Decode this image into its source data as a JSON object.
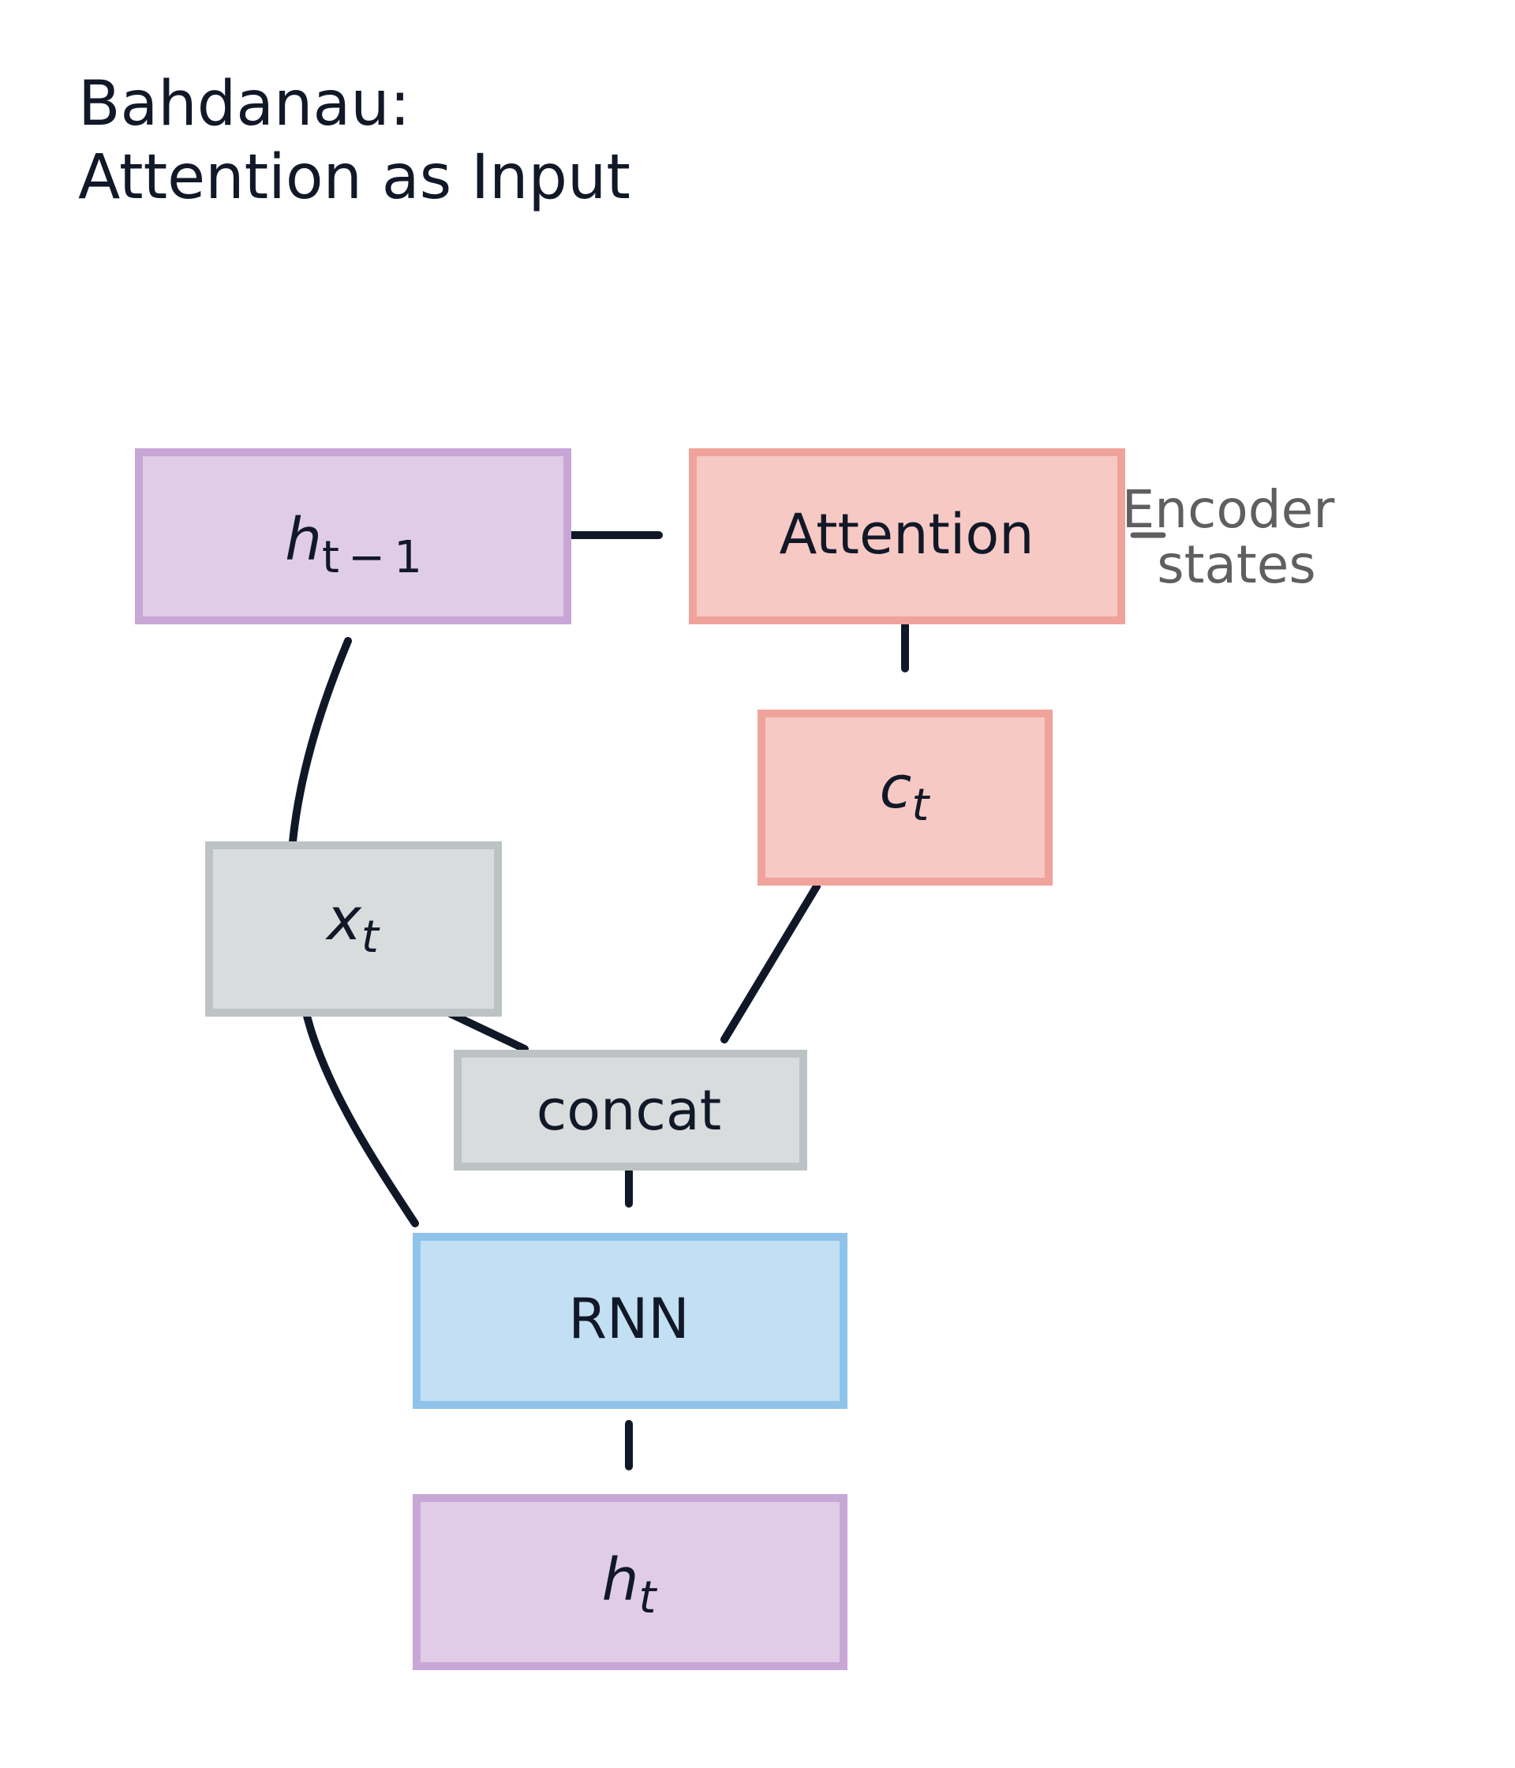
{
  "title": {
    "line1": "Bahdanau:",
    "line2": "Attention as Input"
  },
  "nodes": {
    "h_prev": {
      "base": "h",
      "sub": "t − 1"
    },
    "attention": {
      "label": "Attention"
    },
    "c_t": {
      "base": "c",
      "sub": "t"
    },
    "x_t": {
      "base": "x",
      "sub": "t"
    },
    "concat": {
      "label": "concat"
    },
    "rnn": {
      "label": "RNN"
    },
    "h_t": {
      "base": "h",
      "sub": "t"
    }
  },
  "side_input": {
    "line1": "Encoder",
    "line2": "states"
  },
  "colors": {
    "hidden_fill": "#e1cce7",
    "hidden_stroke": "#c8a6d6",
    "attention_fill": "#f7c9c4",
    "attention_stroke": "#efa39b",
    "input_fill": "#d8dcdd",
    "input_stroke": "#bdc3c4",
    "rnn_fill": "#c2dff3",
    "rnn_stroke": "#8fc3ea",
    "arrow": "#101828",
    "side_text": "#5f5f5f"
  }
}
